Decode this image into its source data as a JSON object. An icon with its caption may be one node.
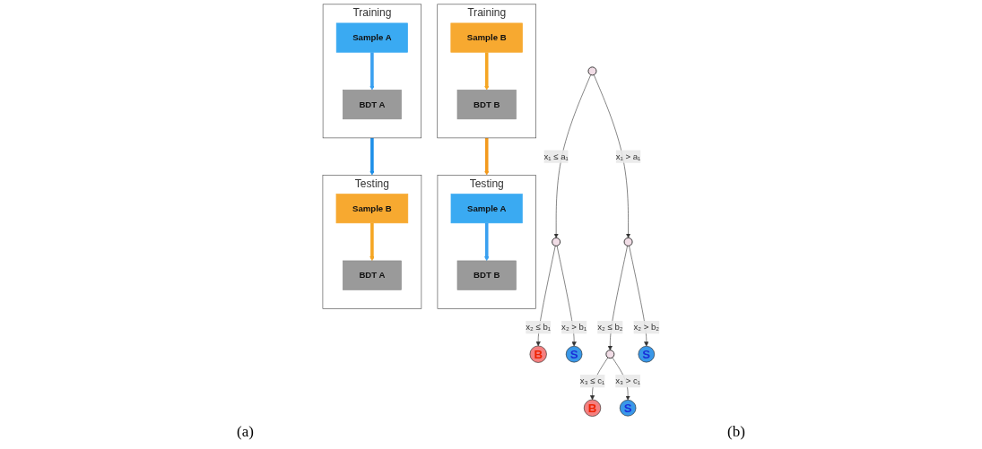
{
  "diagram": {
    "nodes": [
      {
        "text": [],
        "shape": "circle"
      },
      {
        "text": [],
        "shape": "circle"
      },
      {
        "text": [],
        "shape": "circle"
      },
      {
        "text": [
          "B"
        ]
      },
      {
        "text": [
          "S"
        ]
      },
      {
        "text": [],
        "shape": "circle"
      },
      {
        "text": [
          "S"
        ]
      },
      {
        "text": [
          "B"
        ]
      },
      {
        "text": [
          "S"
        ]
      },
      {
        "text": [
          "Training"
        ]
      },
      {
        "text": [
          "Sample A"
        ],
        "in": 9
      },
      {
        "text": [
          "BDT A"
        ],
        "in": 9
      },
      {
        "text": [
          "Training"
        ]
      },
      {
        "text": [
          "Sample B"
        ],
        "in": 12
      },
      {
        "text": [
          "BDT B"
        ],
        "in": 12
      },
      {
        "text": [
          "Testing"
        ]
      },
      {
        "text": [
          "Sample A"
        ],
        "in": 15
      },
      {
        "text": [
          "BDT B"
        ],
        "in": 15
      },
      {
        "text": [
          "Testing"
        ]
      },
      {
        "text": [
          "Sample B"
        ],
        "in": 18
      },
      {
        "text": [
          "BDT A"
        ],
        "in": 18
      }
    ],
    "edges": [
      {
        "from": 0,
        "to": 1,
        "arrow": "to",
        "label": "x₁ ≤ a₁"
      },
      {
        "from": 0,
        "to": 2,
        "arrow": "to",
        "label": "x₁ > a₁"
      },
      {
        "from": 1,
        "to": 3,
        "arrow": "to",
        "label": "x₂ ≤ b₁"
      },
      {
        "from": 1,
        "to": 4,
        "arrow": "to",
        "label": "x₂ > b₁"
      },
      {
        "from": 2,
        "to": 5,
        "arrow": "to",
        "label": "x₂ ≤ b₂"
      },
      {
        "from": 2,
        "to": 6,
        "arrow": "to",
        "label": "x₂ > b₂"
      },
      {
        "from": 5,
        "to": 7,
        "arrow": "to",
        "label": "x₃ ≤ c₁"
      },
      {
        "from": 5,
        "to": 8,
        "arrow": "to",
        "label": "x₃ > c₁"
      },
      {
        "from": 10,
        "to": 11,
        "arrow": "to",
        "style": "thick",
        "color": "#3aa0f0"
      },
      {
        "from": 13,
        "to": 14,
        "arrow": "to",
        "style": "thick",
        "color": "#f5a623"
      },
      {
        "from": 9,
        "to": 18,
        "arrow": "to",
        "style": "thick",
        "color": "#1e8fe8"
      },
      {
        "from": 12,
        "to": 15,
        "arrow": "to",
        "style": "thick",
        "color": "#f39a1e"
      },
      {
        "from": 16,
        "to": 17,
        "arrow": "to",
        "style": "thick",
        "color": "#3aa0f0"
      },
      {
        "from": 19,
        "to": 20,
        "arrow": "to",
        "style": "thick",
        "color": "#f5a623"
      }
    ],
    "labels": [
      "(a)",
      "(b)"
    ]
  }
}
